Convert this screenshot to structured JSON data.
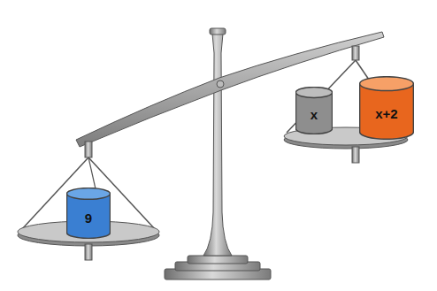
{
  "diagram": {
    "nodes": [
      {
        "text": [
          "9"
        ]
      },
      {
        "text": [
          "x"
        ]
      },
      {
        "text": [
          "x+2"
        ]
      }
    ]
  }
}
